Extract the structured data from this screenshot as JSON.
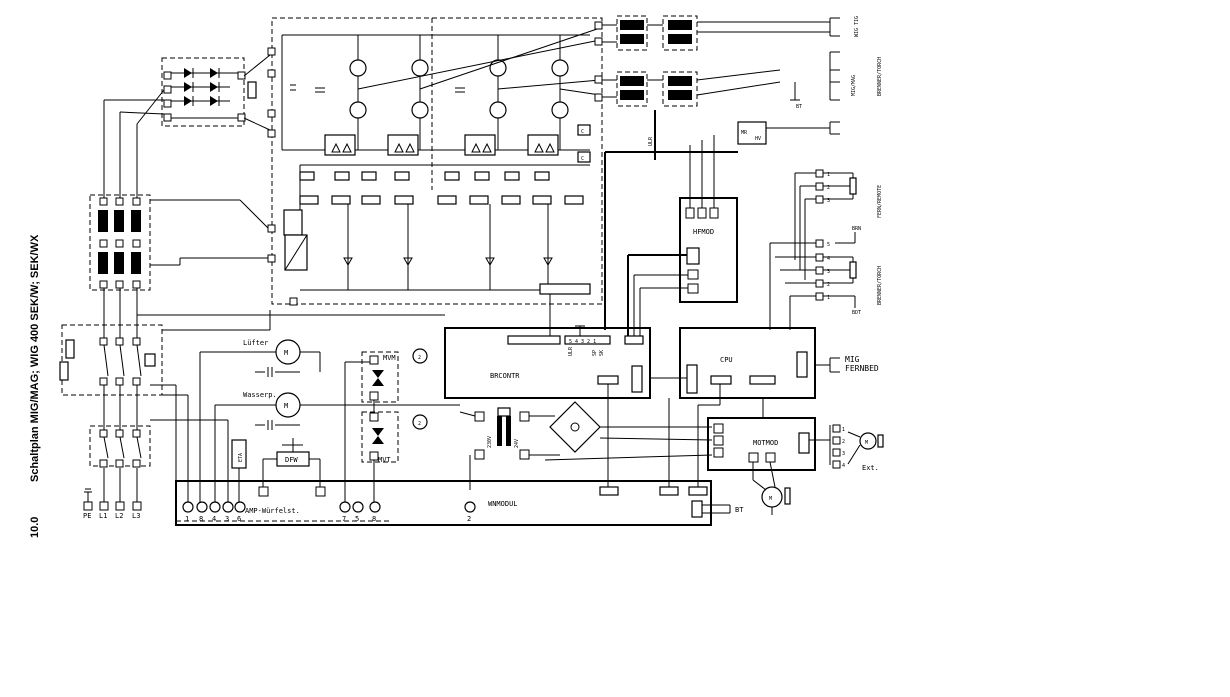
{
  "section_number": "10.0",
  "title": "Schaltplan MIG/MAG; WIG 400 SEK/W; SEK/WX",
  "mains": {
    "pe": "PE",
    "l1": "L1",
    "l2": "L2",
    "l3": "L3"
  },
  "components": {
    "fan": "Lüfter",
    "pump": "Wasserp.",
    "eta": "ETA",
    "dfw": "DFW",
    "gas_valve_mig": "MVM",
    "gas_valve_tig": "MVT",
    "wnmodul": "WNMODUL",
    "amp_cube": "AMP-Würfelst.",
    "brcontr": "BRCONTR",
    "hfmod": "HFMOD",
    "cpu": "CPU",
    "motmod": "MOTMOD",
    "transformer_pri": "230V",
    "transformer_sec": "24V",
    "motor_symbol": "M",
    "cap_symbol": "C",
    "circled_2": "2"
  },
  "outputs": {
    "wig_tig": "WIG TIG",
    "mig_mag": "MIG/MAG",
    "brenner_torch_top": "BRENNER/TORCH",
    "fern_remote": "FERN/REMOTE",
    "brenner_torch_mid": "BRENNER/TORCH",
    "mig_fernbed": "MIG FERNBED",
    "bt": "BT",
    "bt2": "BT",
    "ext": "Ext.",
    "brn": "BRN",
    "bdt": "BDT"
  },
  "wn_terminals": [
    "1",
    "8",
    "4",
    "3",
    "6",
    "7",
    "5",
    "8",
    "2"
  ],
  "remote_pins": [
    "1",
    "2",
    "3"
  ],
  "torch_pins": [
    "5",
    "4",
    "3",
    "2",
    "1"
  ],
  "motmod_pins": [
    "1",
    "2",
    "3",
    "4"
  ],
  "brcontr_pins": "5 4 3 2 1",
  "brcontr_labels": {
    "ulr": "ULR",
    "sp": "SP",
    "sk": "SK"
  },
  "hf_labels": {
    "ulr": "ULR",
    "mr": "MR",
    "hv": "HV"
  }
}
